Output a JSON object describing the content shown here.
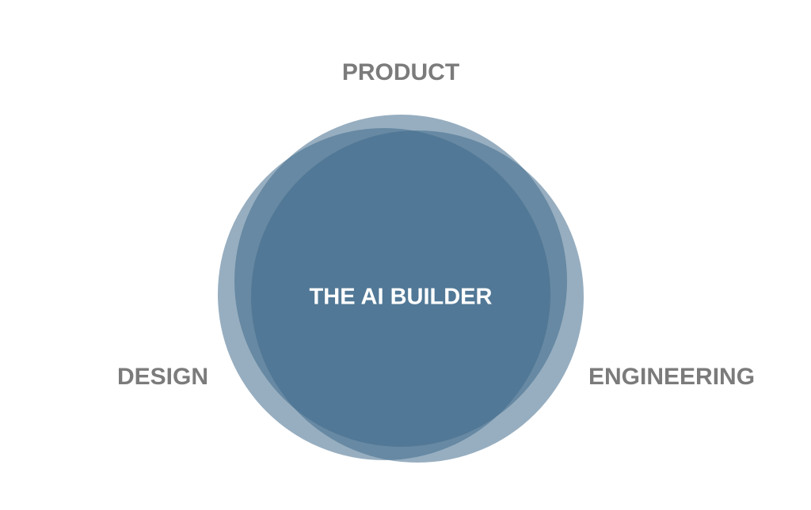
{
  "diagram": {
    "center_label": "THE AI BUILDER",
    "circles": [
      {
        "label": "PRODUCT"
      },
      {
        "label": "DESIGN"
      },
      {
        "label": "ENGINEERING"
      }
    ],
    "colors": {
      "circle_fill": "#3e6a8b",
      "label": "#7b7b7b",
      "center_text": "#ffffff"
    }
  }
}
